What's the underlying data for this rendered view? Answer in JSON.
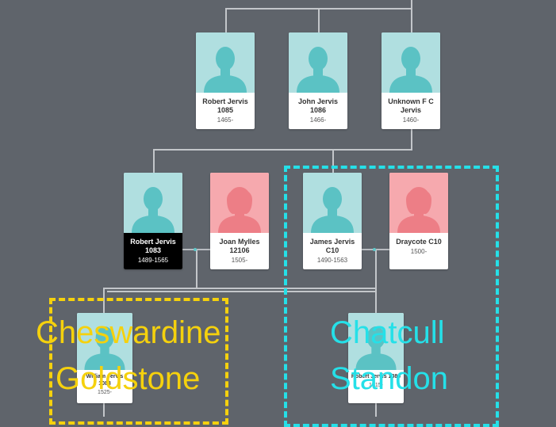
{
  "colors": {
    "background": "#5f646b",
    "male_photo": "#b0dfe0",
    "male_silhouette": "#5bc2c4",
    "female_photo": "#f6a9ae",
    "female_silhouette": "#ed7e86",
    "connector": "#c3c6ca",
    "region_yellow": "#f5d10d",
    "region_cyan": "#25e0e8"
  },
  "people": {
    "robert_1085": {
      "name": "Robert Jervis 1085",
      "dates": "1465-",
      "gender": "male"
    },
    "john_1086": {
      "name": "John Jervis 1086",
      "dates": "1466-",
      "gender": "male"
    },
    "unknown_fc": {
      "name": "Unknown F C Jervis",
      "dates": "1460-",
      "gender": "male"
    },
    "robert_1083": {
      "name": "Robert Jervis 1083",
      "dates": "1489-1565",
      "gender": "male",
      "selected": true
    },
    "joan_12106": {
      "name": "Joan Mylles 12106",
      "dates": "1505-",
      "gender": "female"
    },
    "james_c10": {
      "name": "James Jervis C10",
      "dates": "1490-1563",
      "gender": "male"
    },
    "draycote_c10": {
      "name": "Draycote C10",
      "dates": "1500-",
      "gender": "female"
    },
    "william_1088": {
      "name": "William Jervis 1088",
      "dates": "1525-",
      "gender": "male"
    },
    "robert_1080": {
      "name": "Robert Jervis 1080",
      "dates": "1515-",
      "gender": "male"
    }
  },
  "regions": {
    "cheswardine": {
      "line1": "Cheswardine",
      "line2": "Goldstone",
      "color": "#f5d10d"
    },
    "chatcull": {
      "line1": "Chatcull",
      "line2": "Standon",
      "color": "#25e0e8"
    }
  }
}
